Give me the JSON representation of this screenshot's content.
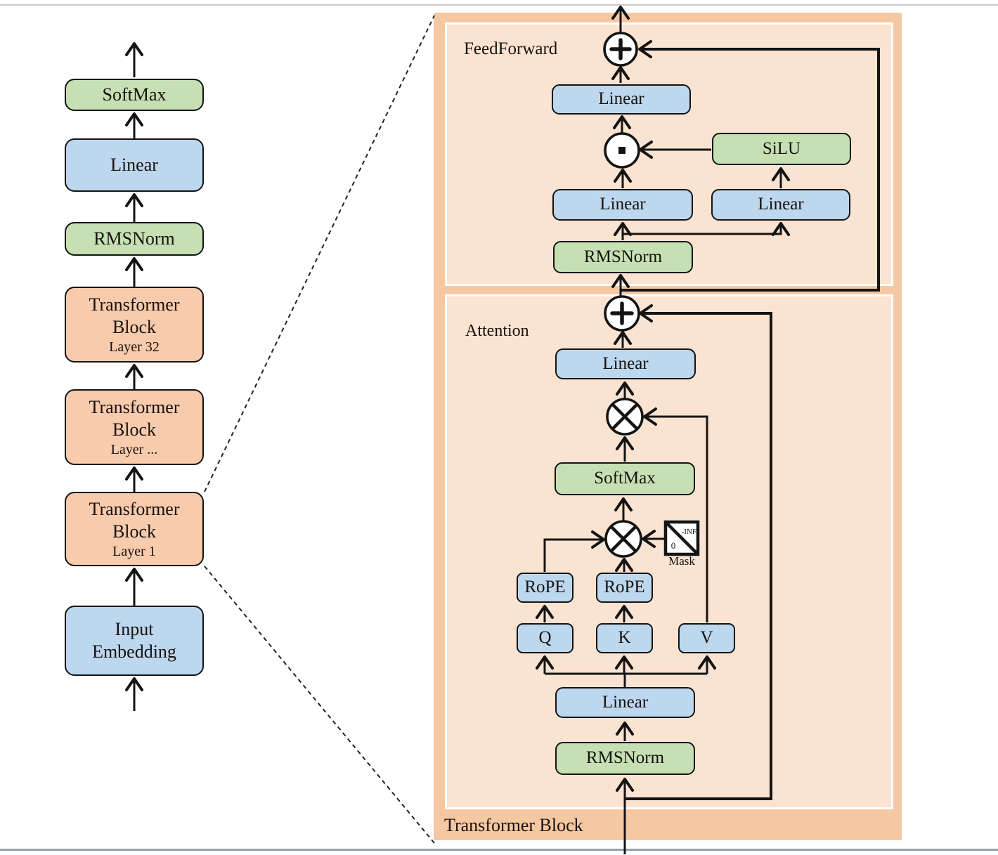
{
  "left_column": {
    "softmax": "SoftMax",
    "linear": "Linear",
    "rmsnorm": "RMSNorm",
    "block_top": {
      "title": "Transformer Block",
      "layer": "Layer 32"
    },
    "block_mid": {
      "title": "Transformer Block",
      "layer": "Layer ..."
    },
    "block_bottom": {
      "title": "Transformer Block",
      "layer": "Layer 1"
    },
    "input_embedding": "Input Embedding"
  },
  "right_panel": {
    "title": "Transformer Block",
    "feedforward": {
      "label": "FeedForward",
      "linear_out": "Linear",
      "silu": "SiLU",
      "linear_gate": "Linear",
      "linear_up": "Linear",
      "rmsnorm": "RMSNorm"
    },
    "attention": {
      "label": "Attention",
      "linear_out": "Linear",
      "softmax": "SoftMax",
      "rope_q": "RoPE",
      "rope_k": "RoPE",
      "q": "Q",
      "k": "K",
      "v": "V",
      "linear_qkv": "Linear",
      "rmsnorm": "RMSNorm",
      "mask": {
        "zero": "0",
        "neg_inf": "-INF",
        "label": "Mask"
      }
    }
  },
  "colors": {
    "orange": "#f8cbad",
    "blue": "#bdd7ee",
    "green": "#c6e0b4",
    "panel_outer": "#f6c8a2",
    "panel_inner": "#fbe3d1",
    "line": "#141414"
  }
}
